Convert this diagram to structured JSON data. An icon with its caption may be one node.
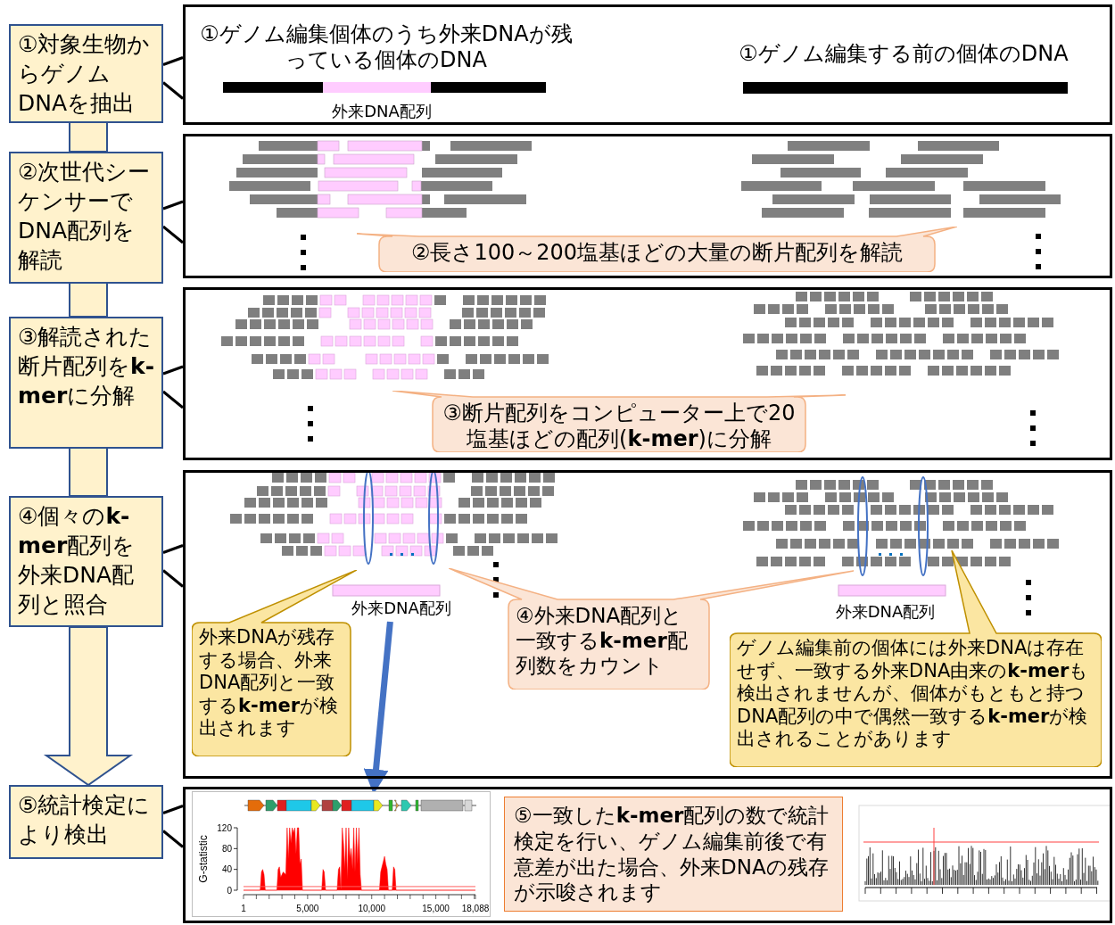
{
  "diagram": {
    "nodes": [
      {
        "text": [
          "①対象生物からゲノムDNAを抽出"
        ]
      },
      {
        "text": [
          "②次世代シーケンサーでDNA配列を解読"
        ]
      },
      {
        "text": [
          "③解読された断片配列を**k-mer**に分解"
        ]
      },
      {
        "text": [
          "④個々の**k-mer**配列を外来DNA配列と照合"
        ]
      },
      {
        "text": [
          "⑤統計検定により検出"
        ]
      },
      {
        "text": [
          "①ゲノム編集個体のうち外来DNAが残っている個体のDNA",
          "外来DNA配列",
          "①ゲノム編集する前の個体のDNA"
        ]
      },
      {
        "text": [],
        "shape": "box"
      },
      {
        "text": [
          "②長さ100～200塩基ほどの大量の断片配列を解読"
        ],
        "in": 6
      },
      {
        "text": [],
        "shape": "box"
      },
      {
        "text": [
          "③断片配列をコンピューター上で20塩基ほどの配列(**k-mer**)に分解"
        ],
        "in": 8
      },
      {
        "text": [],
        "shape": "box"
      },
      {
        "text": [
          "外来DNA配列"
        ],
        "in": 10
      },
      {
        "text": [
          "外来DNAが残存する場合、外来DNA配列と一致する**k-mer**が検出されます"
        ],
        "in": 10
      },
      {
        "text": [
          "④外来DNA配列と一致する**k-mer**配列数をカウント"
        ],
        "in": 10
      },
      {
        "text": [
          "ゲノム編集前の個体には外来DNAは存在せず、一致する外来DNA由来の**k-mer**も検出されませんが、個体がもともと持つDNA配列の中で偶然一致する**k-mer**が検出されることがあります"
        ],
        "in": 10
      },
      {
        "text": [],
        "shape": "box"
      },
      {
        "text": [],
        "shape": "picture",
        "in": 15
      },
      {
        "text": [
          "⑤一致した**k-mer**配列の数で統計検定を行い、ゲノム編集前後で有意差が出た場合、外来DNAの残存が示唆されます"
        ],
        "in": 15
      }
    ],
    "edges": [
      {
        "from": 0,
        "to": 1,
        "arrow": "none",
        "style": "thick",
        "color": "#fff2cc"
      },
      {
        "from": 1,
        "to": 2,
        "arrow": "none",
        "style": "thick",
        "color": "#fff2cc"
      },
      {
        "from": 2,
        "to": 3,
        "arrow": "none",
        "style": "thick",
        "color": "#fff2cc"
      },
      {
        "from": 3,
        "to": 4,
        "arrow": "to",
        "style": "thick",
        "color": "#fff2cc"
      },
      {
        "from": 0,
        "to": 5,
        "arrow": "none"
      },
      {
        "from": 1,
        "to": 6,
        "arrow": "none"
      },
      {
        "from": 2,
        "to": 8,
        "arrow": "none"
      },
      {
        "from": 3,
        "to": 10,
        "arrow": "none"
      },
      {
        "from": 4,
        "to": 15,
        "arrow": "none"
      },
      {
        "from": 11,
        "to": 16,
        "arrow": "to",
        "style": "thick",
        "color": "#4472c4"
      }
    ],
    "labels": [
      "外来DNA配列"
    ],
    "chart_data": {
      "type": "area",
      "ylabel": "G-statistic",
      "x": [
        1,
        1300,
        1400,
        1500,
        1600,
        1700,
        2600,
        2700,
        2800,
        2900,
        3000,
        3100,
        3300,
        3400,
        3500,
        3600,
        3700,
        3800,
        3900,
        4000,
        4100,
        4200,
        4300,
        4400,
        4500,
        4600,
        6100,
        6200,
        6300,
        6400,
        7300,
        7400,
        7500,
        7600,
        7700,
        7800,
        7900,
        8000,
        8100,
        8200,
        8300,
        8400,
        8500,
        8600,
        8700,
        8800,
        8900,
        9000,
        9100,
        9200,
        10600,
        10700,
        10800,
        10900,
        11000,
        11100,
        11200,
        11300,
        11600,
        11700,
        11800,
        11900,
        18088
      ],
      "series": [
        {
          "color": "#ff0000",
          "values": [
            0,
            0,
            35,
            40,
            30,
            0,
            0,
            40,
            45,
            25,
            30,
            35,
            30,
            120,
            60,
            120,
            90,
            120,
            110,
            120,
            70,
            120,
            120,
            50,
            60,
            0,
            0,
            40,
            35,
            0,
            0,
            40,
            45,
            0,
            120,
            90,
            40,
            120,
            20,
            120,
            60,
            80,
            40,
            120,
            35,
            120,
            50,
            120,
            30,
            0,
            0,
            35,
            45,
            55,
            65,
            50,
            40,
            0,
            0,
            45,
            40,
            0,
            0
          ]
        }
      ],
      "xlim": [
        1,
        18088
      ],
      "ylim": [
        0,
        120
      ],
      "ref_lines": [
        {
          "axis": "y",
          "value": 7,
          "color": "#ff6060"
        }
      ],
      "xticks": [
        {
          "value": 1,
          "label": "1"
        },
        {
          "value": 5000,
          "label": "5,000"
        },
        {
          "value": 10000,
          "label": "10,000"
        },
        {
          "value": 15000,
          "label": "15,000"
        },
        {
          "value": 18088,
          "label": "18,088"
        }
      ],
      "yticks": [
        0,
        40,
        80,
        120
      ]
    }
  }
}
